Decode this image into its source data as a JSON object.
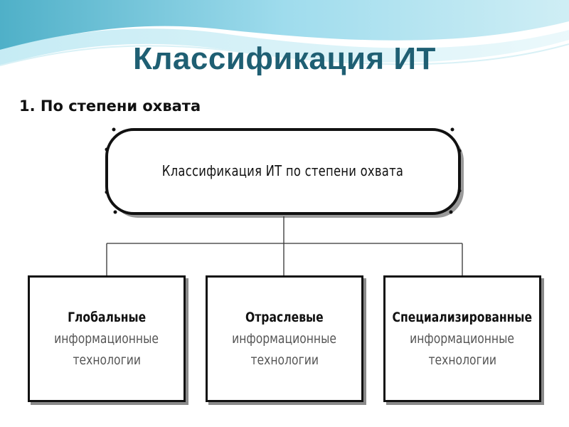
{
  "slide": {
    "title": "Классификация ИТ",
    "subtitle_number": "1.",
    "subtitle_text": "По степени охвата"
  },
  "diagram": {
    "root_label": "Классификация ИТ по степени охвата",
    "children": [
      {
        "name": "Глобальные",
        "line2": "информационные",
        "line3": "технологии"
      },
      {
        "name": "Отраслевые",
        "line2": "информационные",
        "line3": "технологии"
      },
      {
        "name": "Специализированные",
        "line2": "информационные",
        "line3": "технологии"
      }
    ]
  },
  "colors": {
    "title": "#1f5f73",
    "wave_light": "#cfeef5",
    "wave_mid": "#8fd3e3",
    "wave_dark": "#4fb0c8"
  }
}
